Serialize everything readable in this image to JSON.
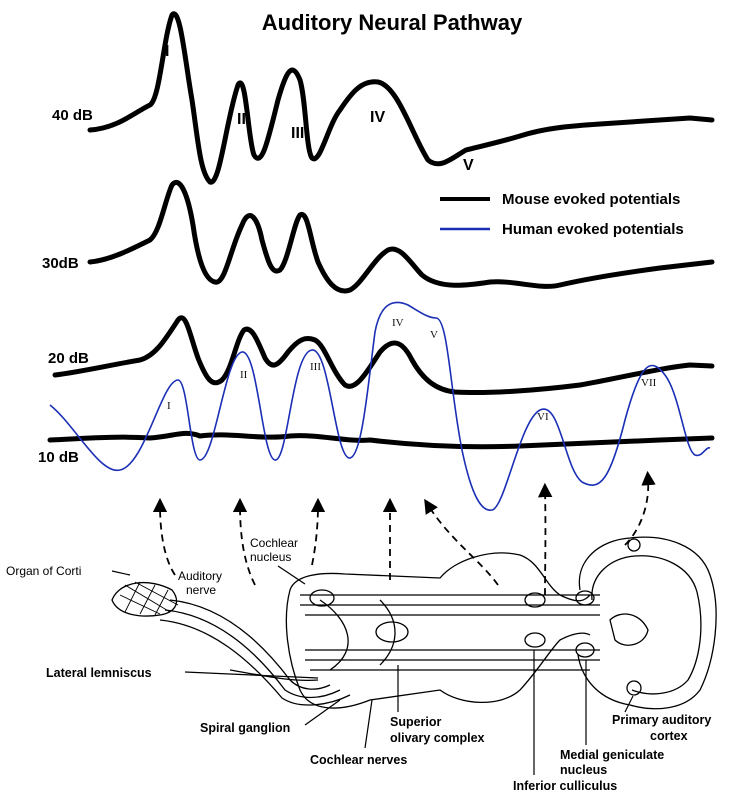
{
  "title": "Auditory Neural Pathway",
  "intensity_labels": [
    "40 dB",
    "30dB",
    "20 dB",
    "10 dB"
  ],
  "mouse_peaks": [
    "I",
    "II",
    "III",
    "IV",
    "V"
  ],
  "human_peaks": [
    "I",
    "II",
    "III",
    "IV",
    "V",
    "VI",
    "VII"
  ],
  "legend": [
    {
      "label": "Mouse evoked potentials",
      "color": "#000000"
    },
    {
      "label": "Human evoked potentials",
      "color": "#1a2fb5"
    }
  ],
  "anatomy_labels": {
    "organ_of_corti": "Organ of Corti",
    "auditory_nerve_1": "Auditory",
    "auditory_nerve_2": "nerve",
    "cochlear_nucleus_1": "Cochlear",
    "cochlear_nucleus_2": "nucleus",
    "lateral_lemniscus": "Lateral lemniscus",
    "spiral_ganglion": "Spiral ganglion",
    "cochlear_nerves": "Cochlear nerves",
    "superior_olivary_1": "Superior",
    "superior_olivary_2": "olivary complex",
    "inferior_colliculus": "Inferior culliculus",
    "medial_geniculate_1": "Medial geniculate",
    "medial_geniculate_2": "nucleus",
    "primary_auditory_1": "Primary auditory",
    "primary_auditory_2": "cortex"
  }
}
